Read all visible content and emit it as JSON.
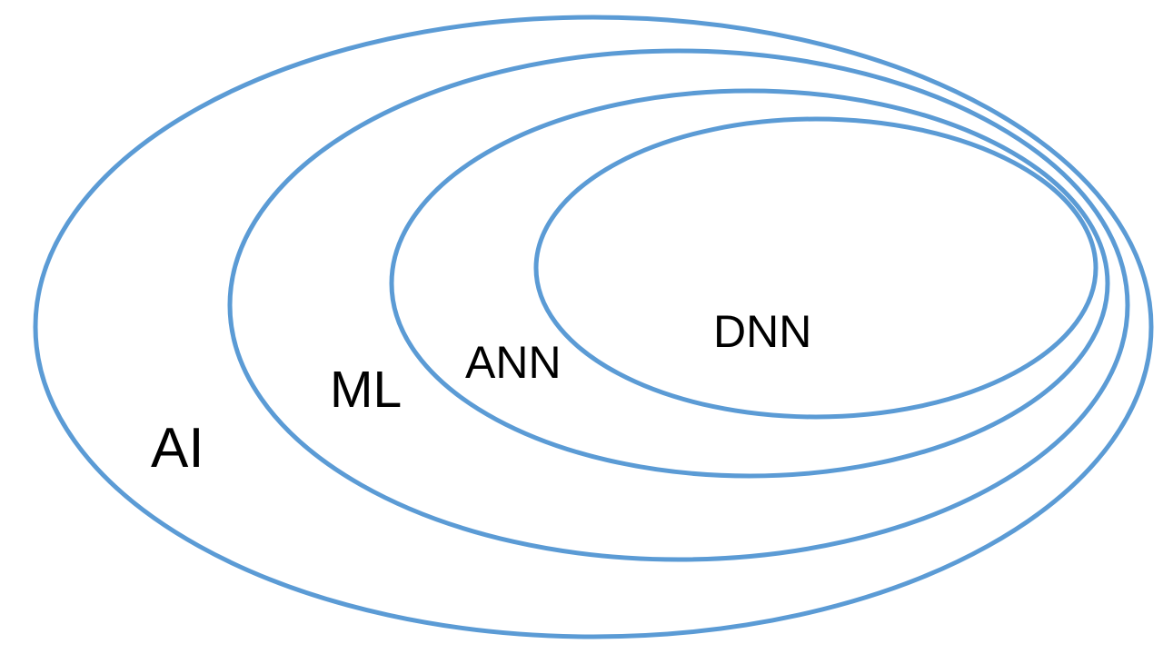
{
  "diagram": {
    "type": "nested-ellipses",
    "stroke_color": "#5b9bd5",
    "text_color": "#000000",
    "sets": [
      {
        "label": "AI"
      },
      {
        "label": "ML"
      },
      {
        "label": "ANN"
      },
      {
        "label": "DNN"
      }
    ]
  }
}
